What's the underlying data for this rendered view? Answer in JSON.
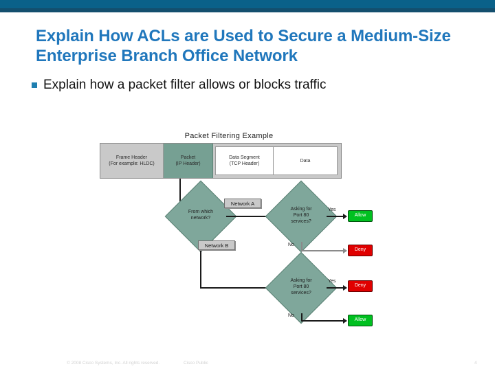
{
  "theme": {
    "banner_color": "#0A6189",
    "banner_shadow_color": "#134F6E",
    "title_color": "#2077BC",
    "bullet_color": "#1F7FB0",
    "diamond_fill": "#7FA79B",
    "packet_header_fill": "#C9C9C9",
    "packet_ip_fill": "#76A093",
    "allow_color": "#00C020",
    "deny_color": "#E00000"
  },
  "slide": {
    "title": "Explain How ACLs are Used to Secure a Medium-Size Enterprise Branch Office Network",
    "bullets": [
      "Explain how a packet filter allows or blocks traffic"
    ]
  },
  "diagram": {
    "title": "Packet Filtering Example",
    "packet_strip": [
      {
        "label": "Frame Header",
        "sublabel": "(For example: HLDC)"
      },
      {
        "label": "Packet",
        "sublabel": "(IP Header)"
      },
      {
        "label": "Data Segment",
        "sublabel": "(TCP Header)"
      },
      {
        "label": "Data",
        "sublabel": ""
      }
    ],
    "decisions": [
      {
        "id": "network",
        "line1": "From which",
        "line2": "network?",
        "line3": ""
      },
      {
        "id": "port80-a",
        "line1": "Asking for",
        "line2": "Port 80",
        "line3": "services?"
      },
      {
        "id": "port80-b",
        "line1": "Asking for",
        "line2": "Port 80",
        "line3": "services?"
      }
    ],
    "tags": [
      {
        "id": "network-a",
        "label": "Network A"
      },
      {
        "id": "network-b",
        "label": "Network B"
      }
    ],
    "edge_labels": {
      "yes_1": "Yes",
      "no_1": "No",
      "yes_2": "Yes",
      "no_2": "No"
    },
    "outcomes": [
      {
        "id": "allow-1",
        "label": "Allow"
      },
      {
        "id": "deny-1",
        "label": "Deny"
      },
      {
        "id": "deny-2",
        "label": "Deny"
      },
      {
        "id": "allow-2",
        "label": "Allow"
      }
    ]
  },
  "footer": {
    "copyright": "© 2008 Cisco Systems, Inc. All rights reserved.",
    "classification": "Cisco Public",
    "page_number": "4"
  }
}
